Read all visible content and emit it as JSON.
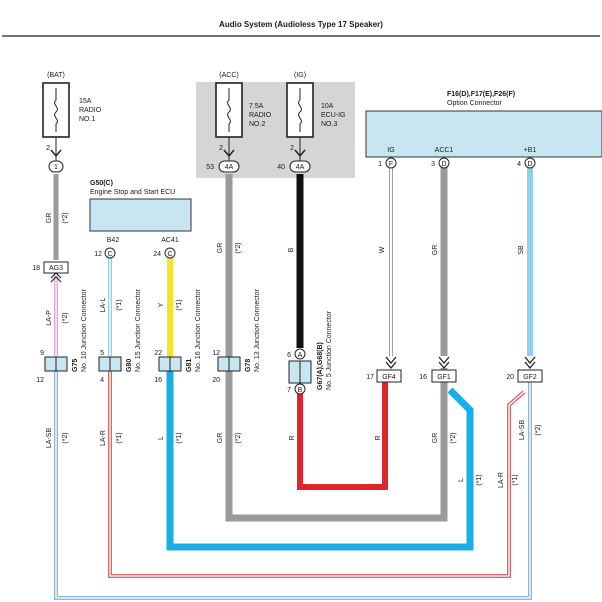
{
  "title": "Audio System (Audioless Type 17 Speaker)",
  "fuses": {
    "bat": {
      "source": "(BAT)",
      "rating": "15A",
      "name1": "RADIO",
      "name2": "NO.1",
      "pin": "2",
      "conn": "1"
    },
    "acc": {
      "source": "(ACC)",
      "rating": "7.5A",
      "name1": "RADIO",
      "name2": "NO.2",
      "pin": "2",
      "conn_pin": "53",
      "conn": "4A"
    },
    "ig": {
      "source": "(IG)",
      "rating": "10A",
      "name1": "ECU-IG",
      "name2": "NO.3",
      "pin": "2",
      "conn_pin": "40",
      "conn": "4A"
    }
  },
  "option_connector": {
    "id": "F16(D),F17(E),F26(F)",
    "name": "Option Connector",
    "pins": [
      {
        "label": "IG",
        "num": "1",
        "letter": "F"
      },
      {
        "label": "ACC1",
        "num": "3",
        "letter": "D"
      },
      {
        "label": "+B1",
        "num": "4",
        "letter": "D"
      }
    ]
  },
  "ecu": {
    "id": "G50(C)",
    "name": "Engine Stop and Start ECU",
    "pins": [
      {
        "label": "B42",
        "num": "12",
        "letter": "C"
      },
      {
        "label": "AC41",
        "num": "24",
        "letter": "C"
      }
    ]
  },
  "ag3": {
    "pin": "18",
    "label": "AG3"
  },
  "wires": {
    "gr_bat": "GR",
    "gr_bat_note": "(*2)",
    "lap": "LA-P",
    "lap_note": "(*2)",
    "lal": "LA-L",
    "lal_note": "(*1)",
    "y": "Y",
    "y_note": "(*1)",
    "gr_acc": "GR",
    "gr_acc_note": "(*2)",
    "b": "B",
    "w": "W",
    "gr_acc1": "GR",
    "sb": "SB",
    "lasb1": "LA-SB",
    "lasb1_note": "(*2)",
    "lar1": "LA-R",
    "lar1_note": "(*1)",
    "l1": "L",
    "l1_note": "(*1)",
    "gr2": "GR",
    "gr2_note": "(*2)",
    "r1": "R",
    "r2": "R",
    "gr3": "GR",
    "gr3_note": "(*2)",
    "l2": "L",
    "l2_note": "(*1)",
    "lar2": "LA-R",
    "lar2_note": "(*1)",
    "lasb2": "LA-SB",
    "lasb2_note": "(*2)"
  },
  "junctions": {
    "g75": {
      "top": "9",
      "bot": "12",
      "id": "G75",
      "name": "No. 10 Junction Connector"
    },
    "g80": {
      "top": "5",
      "bot": "4",
      "id": "G80",
      "name": "No. 15 Junction Connector"
    },
    "g81": {
      "top": "22",
      "bot": "16",
      "id": "G81",
      "name": "No. 16 Junction Connector"
    },
    "g78": {
      "top": "12",
      "bot": "20",
      "id": "G78",
      "name": "No. 13 Junction Connector"
    },
    "g67": {
      "top": "6",
      "top_letter": "A",
      "bot": "7",
      "bot_letter": "B",
      "id": "G67(A),G68(B)",
      "name": "No. 5 Junction Connector"
    }
  },
  "gconns": {
    "gf4": {
      "pin": "17",
      "label": "GF4"
    },
    "gf1": {
      "pin": "16",
      "label": "GF1"
    },
    "gf2": {
      "pin": "20",
      "label": "GF2"
    }
  },
  "colors": {
    "gray": "#9a9a9a",
    "black": "#111111",
    "red": "#e0262b",
    "blue": "#1aaee6",
    "lightblue": "#8fd0ea",
    "yellow": "#f6e227",
    "pink": "#e8a3c8",
    "box": "#d5d5d5",
    "connbox": "#c8e6f2",
    "dark": "#333333"
  }
}
